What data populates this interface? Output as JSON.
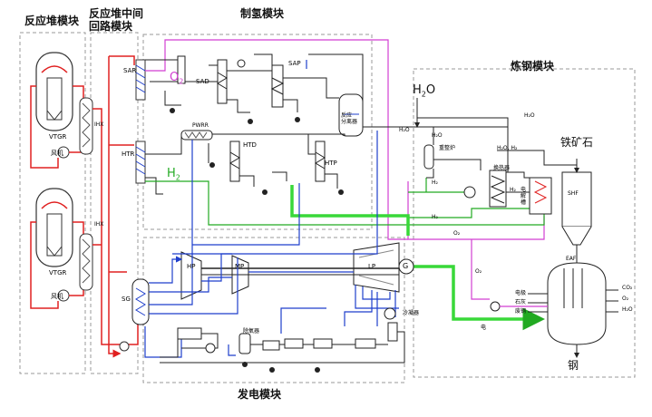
{
  "modules": {
    "reactor": "反应堆模块",
    "loop": "反应堆中间\n回路模块",
    "hydrogen": "制氢模块",
    "steel": "炼钢模块",
    "power": "发电模块"
  },
  "equipment": {
    "vtgr": "VTGR",
    "fan": "风机",
    "ihx": "IHX",
    "sar": "SAR",
    "sad": "SAD",
    "sap": "SAP",
    "pwrr": "PWRR",
    "htr": "HTR",
    "htd": "HTD",
    "htp": "HTP",
    "hp": "HP",
    "mp": "MP",
    "lp": "LP",
    "sg": "SG",
    "generator": "G",
    "reactor_separator": "反应\n分离器",
    "deaerator": "除氧器",
    "condenser": "冷凝器",
    "reformer": "重整炉",
    "shaft_furnace": "SHF",
    "furnace": "EAF",
    "heat_exchanger": "换热器",
    "electrolyzer": "电\n解\n槽"
  },
  "streams": {
    "o2_big": "O",
    "o2_sub": "2",
    "h2_big": "H",
    "h2_sub": "2",
    "h2o_big": "H",
    "h2o_mid": "2",
    "h2o_end": "O",
    "h2o_small": "H₂O",
    "h2o_h2": "H₂O, H₂",
    "h2": "H₂",
    "o2": "O₂",
    "iron_ore": "铁矿石",
    "steel": "钢",
    "electricity": "电",
    "co2": "CO₂",
    "o2_out": "O₂",
    "h2o_out": "H₂O",
    "elec_in": "电极",
    "lime_in": "石灰",
    "scrap_in": "废钢"
  }
}
